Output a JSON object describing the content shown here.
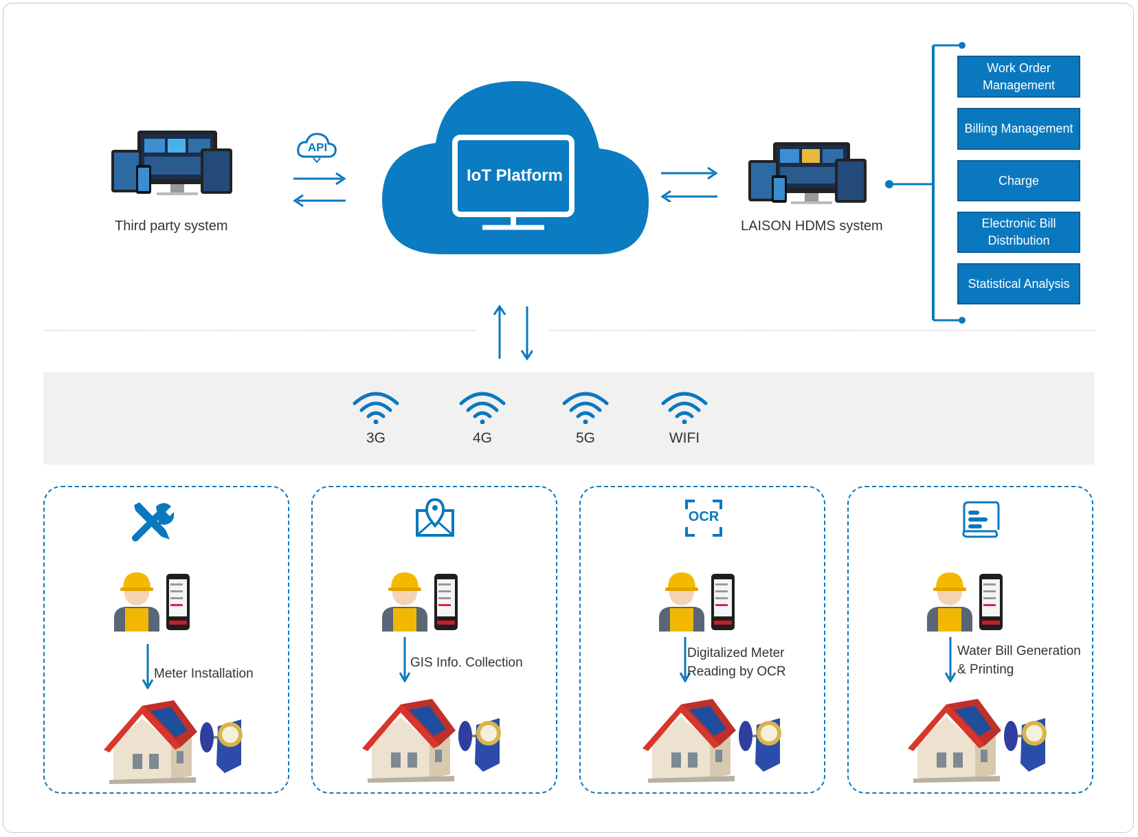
{
  "top": {
    "third_party_label": "Third party system",
    "api_badge": "API",
    "cloud_label": "IoT Platform",
    "hdms_label": "LAISON HDMS system"
  },
  "functions": [
    {
      "label": "Work Order Management"
    },
    {
      "label": "Billing Management"
    },
    {
      "label": "Charge"
    },
    {
      "label": "Electronic Bill Distribution"
    },
    {
      "label": "Statistical Analysis"
    }
  ],
  "networks": [
    {
      "label": "3G",
      "icon": "wifi-icon"
    },
    {
      "label": "4G",
      "icon": "wifi-icon"
    },
    {
      "label": "5G",
      "icon": "wifi-icon"
    },
    {
      "label": "WIFI",
      "icon": "wifi-icon"
    }
  ],
  "panels": [
    {
      "icon": "tools-icon",
      "step": "Meter Installation"
    },
    {
      "icon": "map-pin-icon",
      "step": "GIS Info. Collection"
    },
    {
      "icon": "ocr-scan-icon",
      "icon_text": "OCR",
      "step": "Digitalized Meter\nReading by OCR"
    },
    {
      "icon": "bill-scroll-icon",
      "step": "Water Bill Generation\n& Printing"
    }
  ],
  "colors": {
    "accent": "#0a78bf",
    "cloud": "#0b7cc1",
    "band": "#f1f1f1",
    "helmet": "#f5b800",
    "roof": "#d9362b"
  }
}
